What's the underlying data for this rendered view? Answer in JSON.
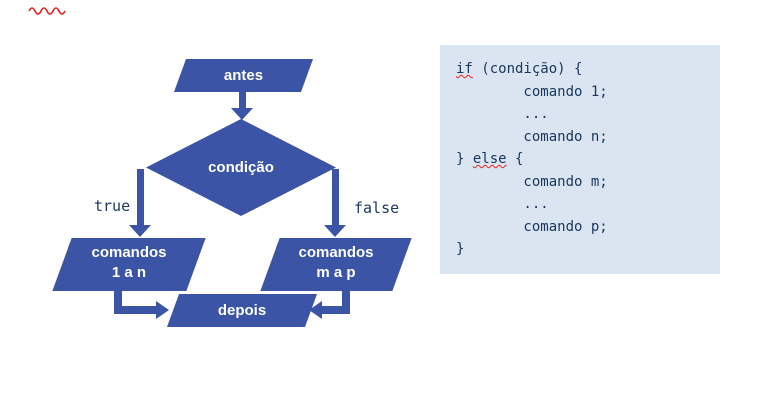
{
  "colors": {
    "shape_blue": "#3b54a5",
    "code_background": "#dbe5f1",
    "code_text": "#17365d",
    "keyword_squiggle_red": "#e0251b",
    "shape_text": "#ffffff",
    "edge_label_text": "#1f3864"
  },
  "flowchart": {
    "nodes": {
      "antes": "antes",
      "condicao": "condição",
      "comandos_left_line1": "comandos",
      "comandos_left_line2": "1 a n",
      "comandos_right_line1": "comandos",
      "comandos_right_line2": "m a p",
      "depois": "depois"
    },
    "edges": {
      "true_label": "true",
      "false_label": "false"
    }
  },
  "code": {
    "l1_kw": "if",
    "l1_rest": " (condição) {",
    "l2": "        comando 1;",
    "l3": "        ...",
    "l4": "        comando n;",
    "l5_pre": "} ",
    "l5_kw": "else",
    "l5_rest": " {",
    "l6": "        comando m;",
    "l7": "        ...",
    "l8": "        comando p;",
    "l9": "}"
  }
}
